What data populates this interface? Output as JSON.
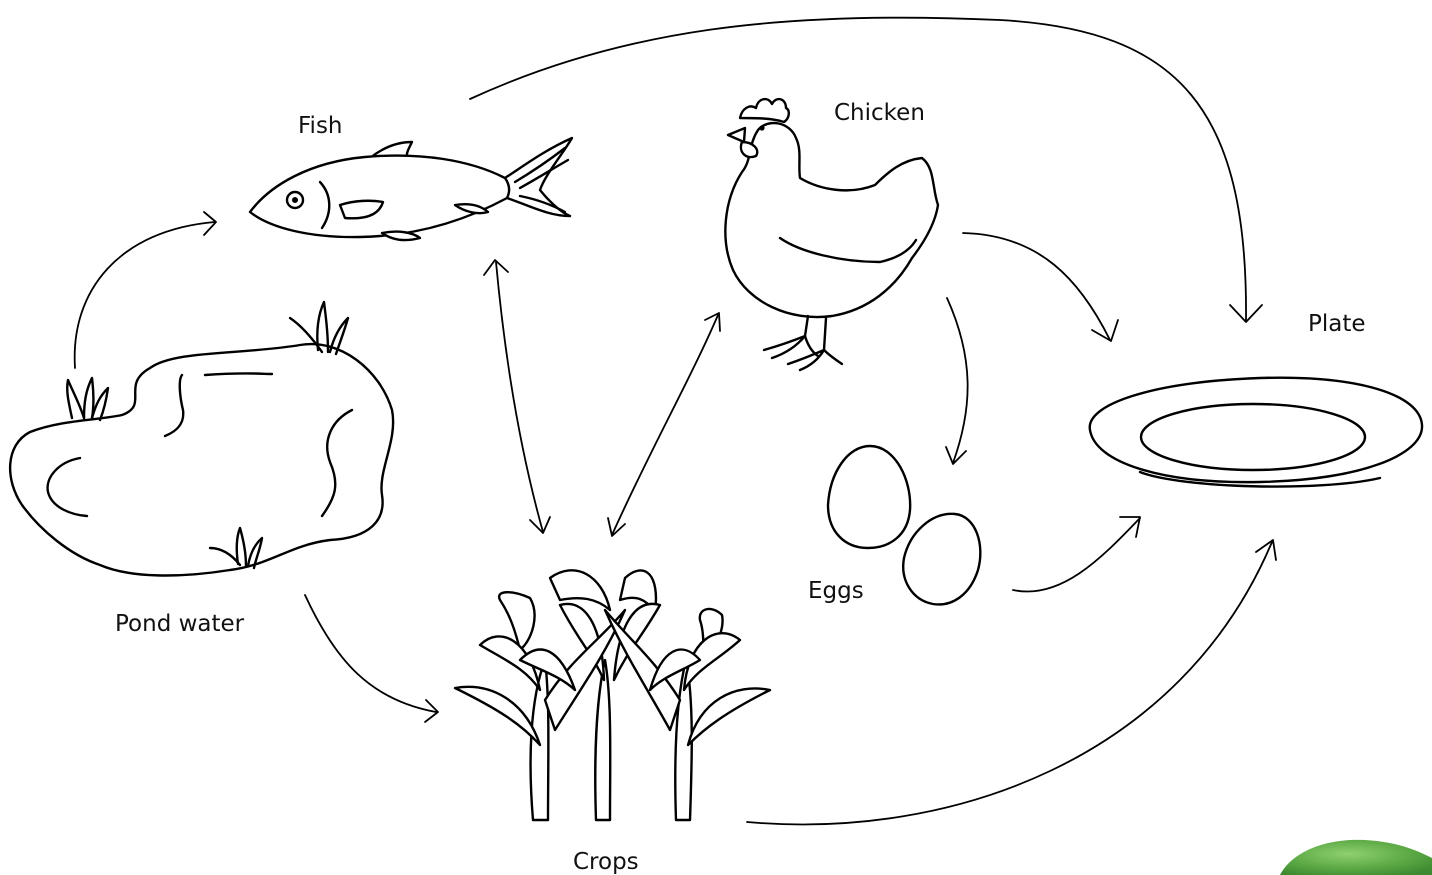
{
  "nodes": {
    "fish": "Fish",
    "chicken": "Chicken",
    "plate": "Plate",
    "pond": "Pond water",
    "eggs": "Eggs",
    "crops": "Crops"
  },
  "edges": [
    {
      "from": "Pond water",
      "to": "Fish"
    },
    {
      "from": "Pond water",
      "to": "Crops"
    },
    {
      "from": "Fish",
      "to": "Crops",
      "bidirectional": true
    },
    {
      "from": "Crops",
      "to": "Chicken",
      "bidirectional": true
    },
    {
      "from": "Fish",
      "to": "Plate"
    },
    {
      "from": "Chicken",
      "to": "Plate"
    },
    {
      "from": "Chicken",
      "to": "Eggs"
    },
    {
      "from": "Eggs",
      "to": "Plate"
    },
    {
      "from": "Crops",
      "to": "Plate"
    }
  ],
  "colors": {
    "ink": "#000000",
    "background": "#ffffff",
    "leaf": "#5aa844"
  }
}
